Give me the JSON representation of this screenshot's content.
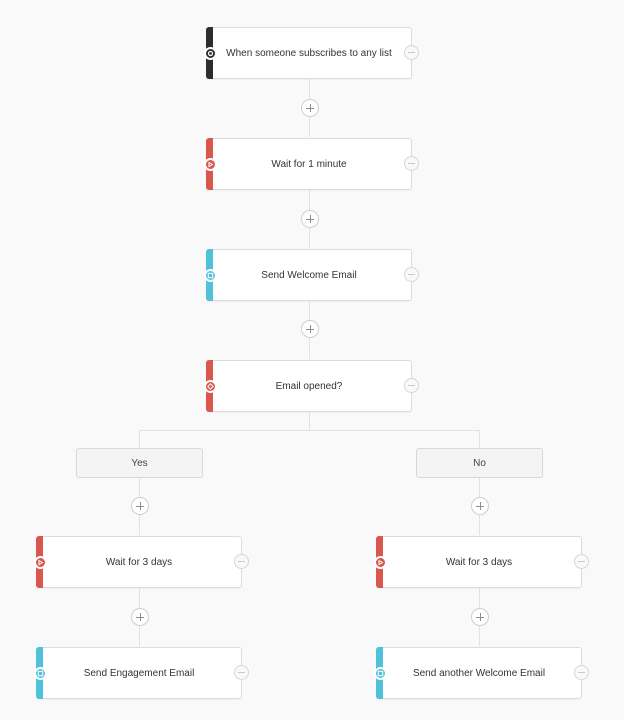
{
  "workflow": {
    "trigger": {
      "label": "When someone subscribes to any list"
    },
    "wait_1": {
      "label": "Wait for 1 minute"
    },
    "welcome_email": {
      "label": "Send Welcome Email"
    },
    "condition": {
      "label": "Email opened?"
    },
    "yes_branch": {
      "label": "Yes",
      "wait": {
        "label": "Wait for 3 days"
      },
      "email": {
        "label": "Send Engagement Email"
      }
    },
    "no_branch": {
      "label": "No",
      "wait": {
        "label": "Wait for 3 days"
      },
      "email": {
        "label": "Send another Welcome Email"
      }
    }
  },
  "colors": {
    "trigger": "#2d2d2d",
    "wait": "#d9574c",
    "email": "#4fc1d9",
    "condition": "#d9574c",
    "background": "#f9f9f9"
  },
  "icons": {
    "trigger": "trigger-icon",
    "wait": "clock-icon",
    "email": "email-icon",
    "condition": "diamond-icon",
    "add": "plus-icon",
    "collapse": "minus-icon"
  }
}
